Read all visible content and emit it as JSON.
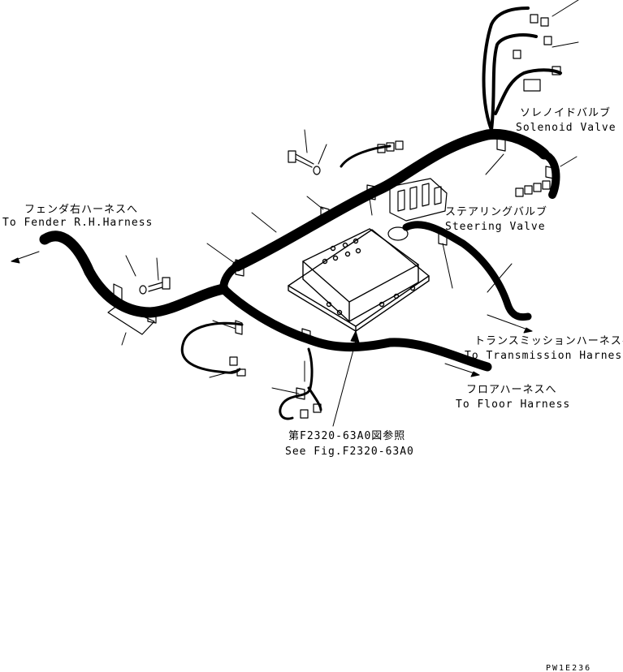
{
  "labels": {
    "solenoid_valve_jp": "ソレノイドバルブ",
    "solenoid_valve_en": "Solenoid Valve",
    "steering_valve_jp": "ステアリングバルブ",
    "steering_valve_en": "Steering Valve",
    "fender_jp": "フェンダ右ハーネスへ",
    "fender_en": "To Fender R.H.Harness",
    "transmission_jp": "トランスミッションハーネスへ",
    "transmission_en": "To Transmission Harness",
    "floor_jp": "フロアハーネスへ",
    "floor_en": "To Floor Harness",
    "see_fig_jp": "第F2320-63A0図参照",
    "see_fig_en": "See Fig.F2320-63A0",
    "drawing_code": "PW1E236"
  },
  "colors": {
    "line": "#000000",
    "background": "#ffffff"
  }
}
